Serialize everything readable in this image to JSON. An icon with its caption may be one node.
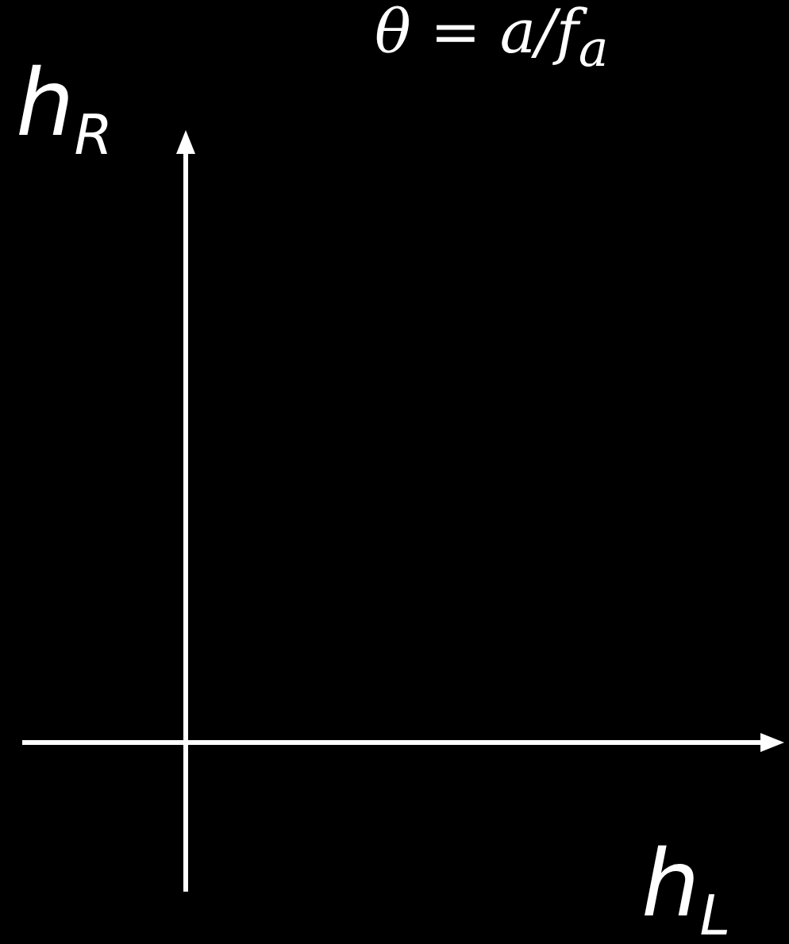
{
  "diagram": {
    "labels": [
      "θ = a/f$_{a}$",
      "h$_{R}$",
      "h$_{L}$"
    ]
  }
}
